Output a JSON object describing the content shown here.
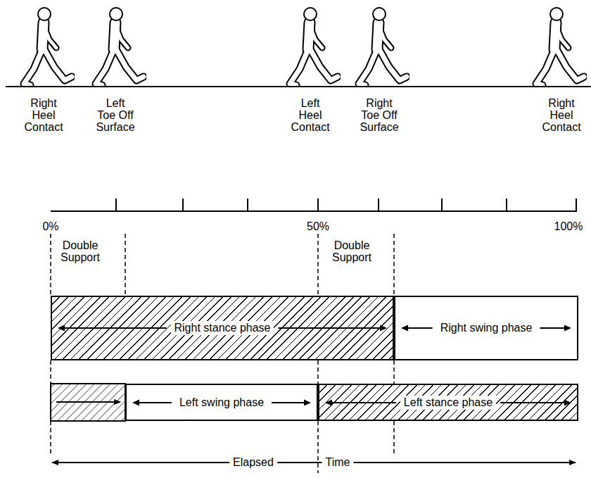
{
  "diagram": {
    "nodes": [
      {
        "text": [
          "Right stance phase"
        ]
      },
      {
        "text": [
          "Right swing phase"
        ]
      },
      {
        "text": [
          "Left swing phase"
        ]
      },
      {
        "text": [
          "Left stance phase"
        ]
      }
    ],
    "labels": [
      "Right Heel Contact",
      "Left Toe Off Surface",
      "Left Heel Contact",
      "Right Toe Off Surface",
      "Right Heel Contact",
      "0%",
      "50%",
      "100%",
      "Double Support",
      "Double Support",
      "Elapsed",
      "Time"
    ]
  }
}
